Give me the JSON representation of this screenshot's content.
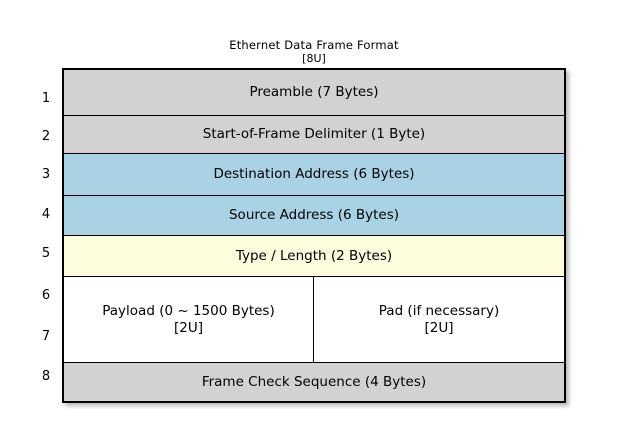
{
  "title": {
    "main": "Ethernet Data Frame Format",
    "sub": "[8U]"
  },
  "colors": {
    "grey": "#d2d2d2",
    "blue": "#a9d3e5",
    "yellow": "#fdfcdd",
    "white": "#ffffff",
    "border": "#000000",
    "background": "#ffffff"
  },
  "row_numbers": [
    "1",
    "2",
    "3",
    "4",
    "5",
    "6",
    "7",
    "8"
  ],
  "rows": [
    {
      "number": "1",
      "label": "Preamble (7 Bytes)",
      "fill": "grey"
    },
    {
      "number": "2",
      "label": "Start-of-Frame Delimiter (1 Byte)",
      "fill": "grey"
    },
    {
      "number": "3",
      "label": "Destination Address (6 Bytes)",
      "fill": "blue"
    },
    {
      "number": "4",
      "label": "Source Address (6 Bytes)",
      "fill": "blue"
    },
    {
      "number": "5",
      "label": "Type / Length (2 Bytes)",
      "fill": "yellow"
    },
    {
      "number": "6-7",
      "fill": "white",
      "split": true,
      "left": {
        "label": "Payload (0 ~ 1500 Bytes)",
        "sub": "[2U]"
      },
      "right": {
        "label": "Pad (if necessary)",
        "sub": "[2U]"
      }
    },
    {
      "number": "8",
      "label": "Frame Check Sequence (4 Bytes)",
      "fill": "grey"
    }
  ]
}
